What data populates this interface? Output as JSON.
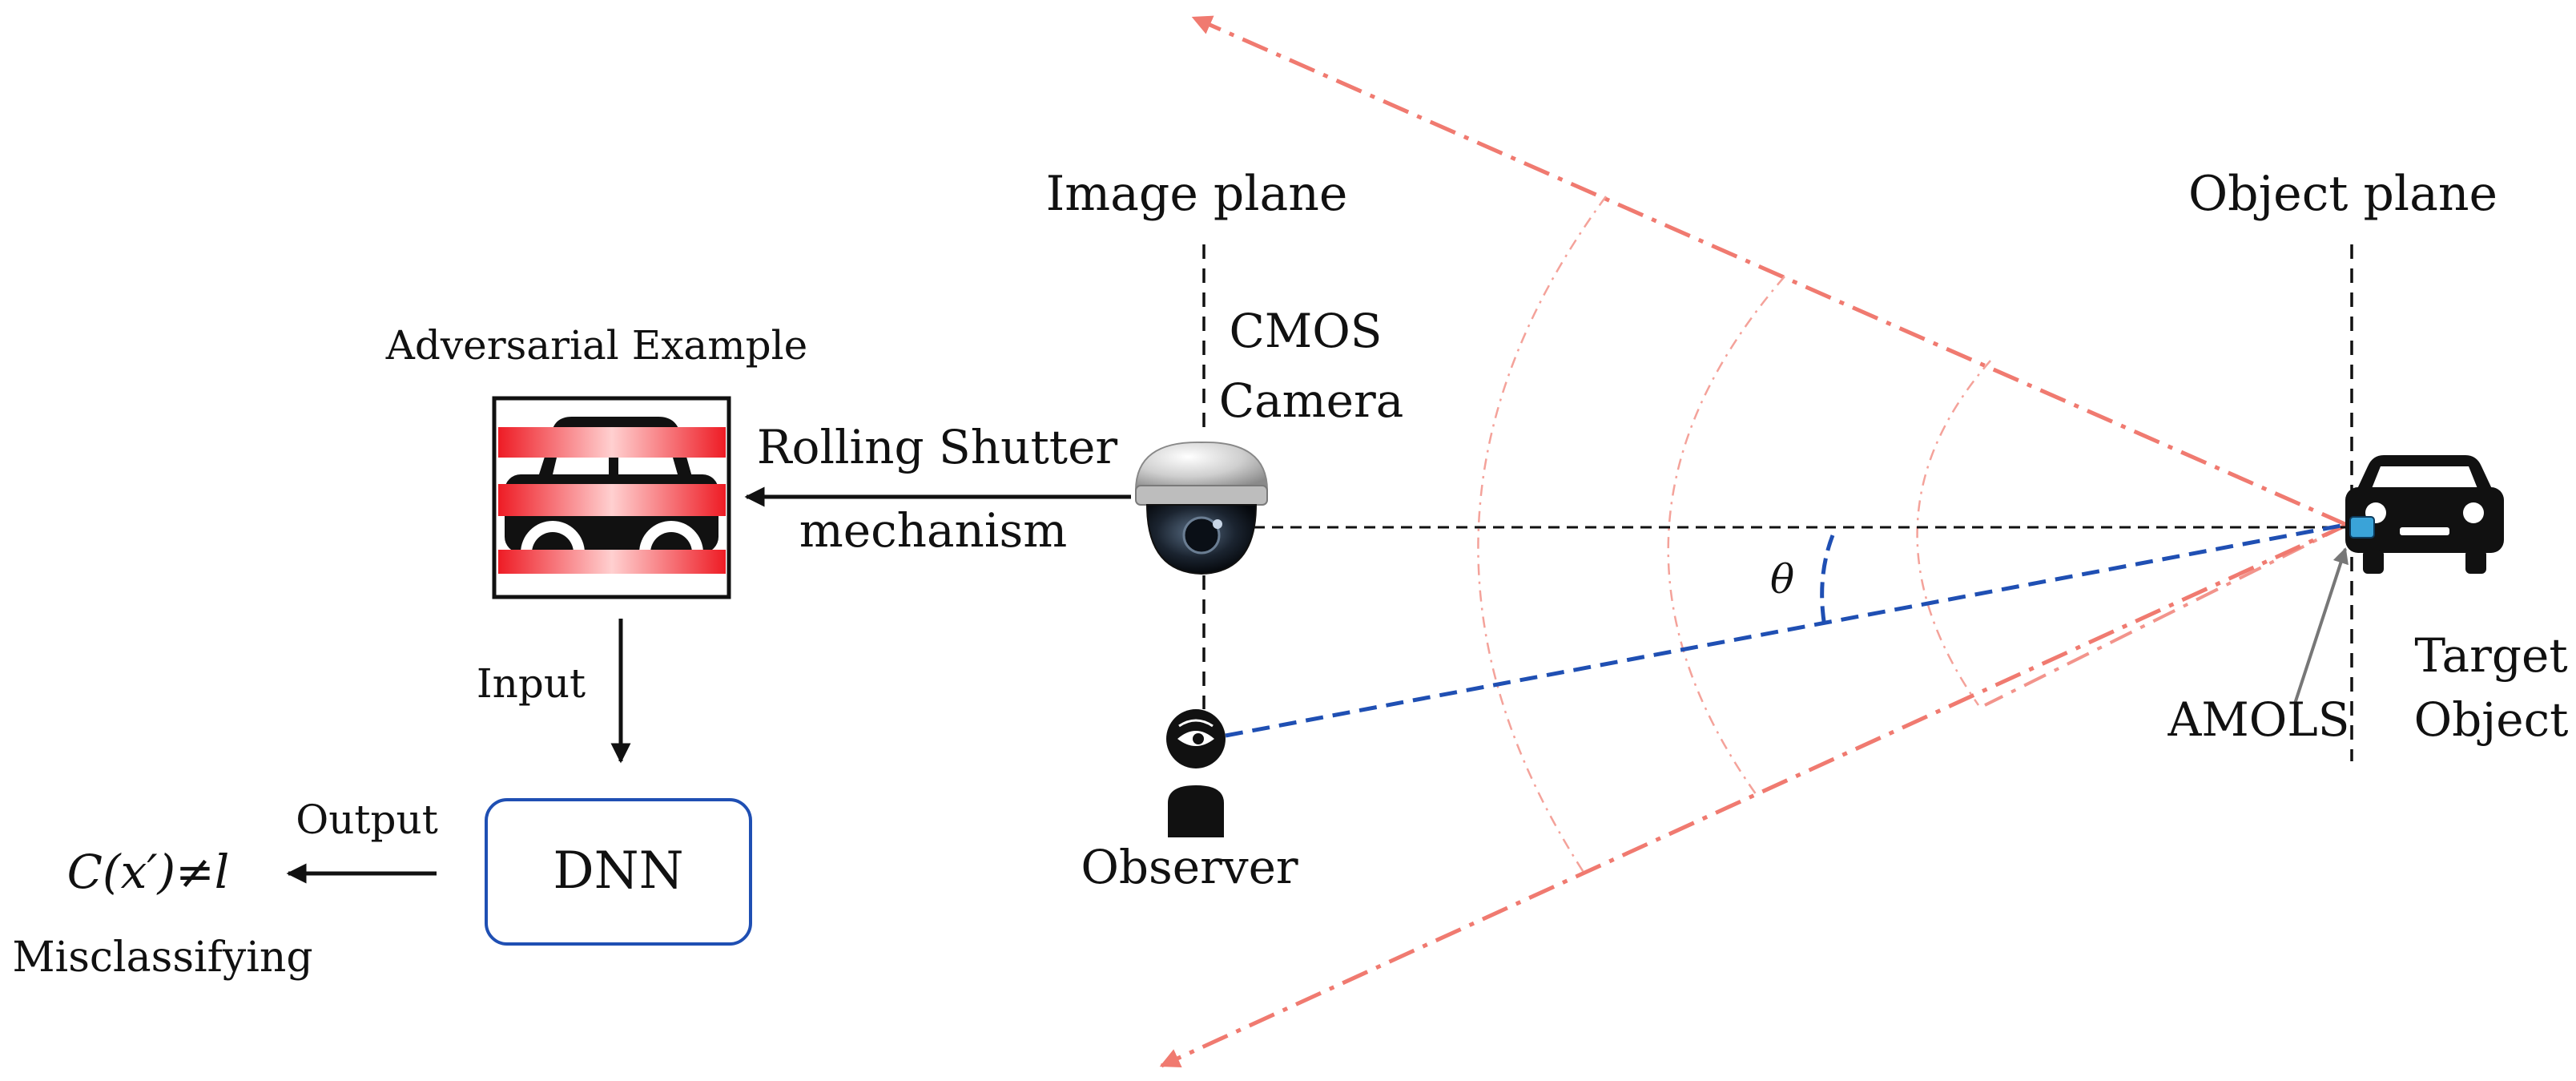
{
  "labels": {
    "image_plane": "Image plane",
    "object_plane": "Object plane",
    "adversarial_example": "Adversarial Example",
    "cmos_line1": "CMOS",
    "cmos_line2": "Camera",
    "rolling_shutter_line1": "Rolling Shutter",
    "rolling_shutter_line2": "mechanism",
    "theta": "θ",
    "observer": "Observer",
    "amols": "AMOLS",
    "target_line1": "Target",
    "target_line2": "Object",
    "input": "Input",
    "output": "Output",
    "dnn": "DNN",
    "classification": "C(x′)≠l",
    "misclassifying": "Misclassifying"
  },
  "colors": {
    "fov_ray": "#f07a70",
    "wavefront": "#f4a29a",
    "gaze_line": "#1f4fb3",
    "dnn_border": "#1f4fb3",
    "stripe": "#ee1c25",
    "ink": "#111111"
  },
  "icons": [
    "camera-icon",
    "observer-icon",
    "car-icon",
    "adversarial-car-icon",
    "amols-light-icon"
  ]
}
